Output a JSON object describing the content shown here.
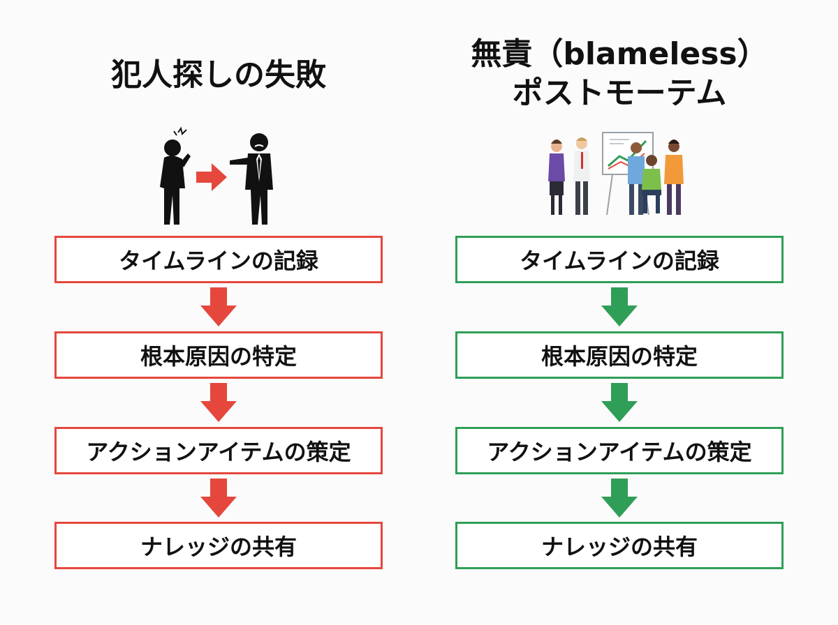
{
  "colors": {
    "blame": "#e5473d",
    "blameless": "#2f9e57",
    "figure": "#111111"
  },
  "left": {
    "title": "犯人探しの失敗",
    "icon": "blame-people-icon",
    "steps": [
      "タイムラインの記録",
      "根本原因の特定",
      "アクションアイテムの策定",
      "ナレッジの共有"
    ]
  },
  "right": {
    "title_line1": "無責（blameless）",
    "title_line2": "ポストモーテム",
    "icon": "team-discussion-icon",
    "steps": [
      "タイムラインの記録",
      "根本原因の特定",
      "アクションアイテムの策定",
      "ナレッジの共有"
    ]
  }
}
